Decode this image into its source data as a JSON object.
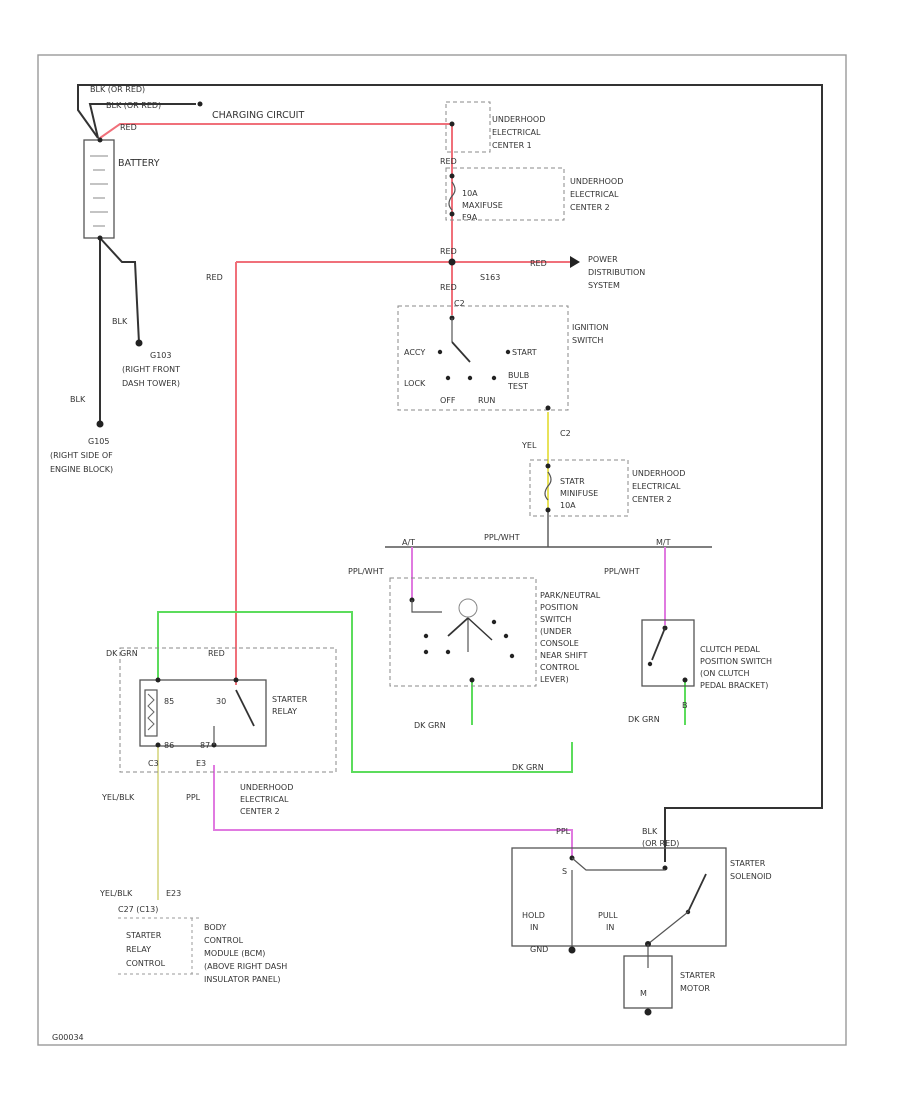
{
  "diagram": {
    "battery": {
      "label": "BATTERY",
      "cable_1": "BLK (OR RED)",
      "cable_2": "BLK (OR RED)",
      "pos_wire": "RED"
    },
    "charging_circuit": "CHARGING CIRCUIT",
    "grounds": {
      "g1_wire": "BLK",
      "g1_id": "G103",
      "g1_desc_1": "(RIGHT FRONT",
      "g1_desc_2": "DASH TOWER)",
      "g2_wire": "BLK",
      "g2_id": "G105",
      "g2_desc_1": "(RIGHT SIDE OF",
      "g2_desc_2": "ENGINE BLOCK)"
    },
    "uec1": {
      "line1": "UNDERHOOD",
      "line2": "ELECTRICAL",
      "line3": "CENTER 1"
    },
    "uec2_top": {
      "line1": "UNDERHOOD",
      "line2": "ELECTRICAL",
      "line3": "CENTER 2",
      "fuse_1": "10A",
      "fuse_2": "MAXIFUSE",
      "fuse_3": "F9A"
    },
    "red_labels": {
      "r1": "RED",
      "r2": "RED",
      "r3": "RED",
      "r4": "RED",
      "r5": "RED",
      "splice": "S163"
    },
    "power_dist": {
      "line1": "POWER",
      "line2": "DISTRIBUTION",
      "line3": "SYSTEM"
    },
    "ignition": {
      "line1": "IGNITION",
      "line2": "SWITCH",
      "conn": "C2",
      "acc": "ACCY",
      "start": "START",
      "lock": "LOCK",
      "bulb_1": "BULB",
      "bulb_2": "TEST",
      "off": "OFF",
      "run": "RUN",
      "c2": "C2",
      "wire": "YEL"
    },
    "uec2_mid": {
      "line1": "UNDERHOOD",
      "line2": "ELECTRICAL",
      "line3": "CENTER 2",
      "fuse_1": "STATR",
      "fuse_2": "MINIFUSE",
      "fuse_3": "10A"
    },
    "bus": {
      "label": "PPL/WHT",
      "left_tag": "A/T",
      "right_tag": "M/T"
    },
    "prnd": {
      "wire": "PPL/WHT",
      "line1": "PARK/NEUTRAL",
      "line2": "POSITION",
      "line3": "SWITCH",
      "line4": "(UNDER",
      "line5": "CONSOLE",
      "line6": "NEAR SHIFT",
      "line7": "CONTROL",
      "line8": "LEVER)",
      "out_wire": "DK GRN"
    },
    "clutch": {
      "wire": "PPL/WHT",
      "line1": "CLUTCH PEDAL",
      "line2": "POSITION SWITCH",
      "line3": "(ON CLUTCH",
      "line4": "PEDAL BRACKET)",
      "out_wire": "DK GRN",
      "pin": "B"
    },
    "relay": {
      "dkgrn": "DK GRN",
      "red": "RED",
      "p85": "85",
      "p30": "30",
      "p86": "86",
      "p87": "87",
      "c3": "C3",
      "e3": "E3",
      "line1": "STARTER",
      "line2": "RELAY",
      "uec_1": "UNDERHOOD",
      "uec_2": "ELECTRICAL",
      "uec_3": "CENTER 2",
      "yel_blk": "YEL/BLK",
      "ppl": "PPL",
      "dkgrn_bottom": "DK GRN"
    },
    "bcm": {
      "wire": "YEL/BLK",
      "pin": "E23",
      "conn": "C27 (C13)",
      "left_1": "STARTER",
      "left_2": "RELAY",
      "left_3": "CONTROL",
      "right_1": "BODY",
      "right_2": "CONTROL",
      "right_3": "MODULE (BCM)",
      "right_4": "(ABOVE RIGHT DASH",
      "right_5": "INSULATOR PANEL)"
    },
    "solenoid": {
      "ppl": "PPL",
      "blk_1": "BLK",
      "blk_2": "(OR RED)",
      "line1": "STARTER",
      "line2": "SOLENOID",
      "hold_1": "HOLD",
      "hold_2": "IN",
      "pull_1": "PULL",
      "pull_2": "IN",
      "s": "S",
      "gnd": "GND"
    },
    "motor": {
      "line1": "STARTER",
      "line2": "MOTOR",
      "m": "M"
    },
    "figure_code": "G00034"
  }
}
